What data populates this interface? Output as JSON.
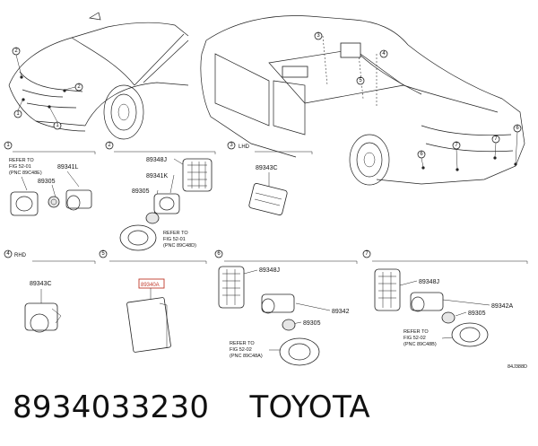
{
  "caption": {
    "part_number": "8934033230",
    "brand": "TOYOTA"
  },
  "diagram_code": "84J388D",
  "panels": [
    {
      "id": "1",
      "qualifier": "",
      "parts": [
        "89341L",
        "89305"
      ],
      "refer": [
        "REFER TO",
        "FIG 52-01",
        "(PNC 89C48E)"
      ]
    },
    {
      "id": "2",
      "qualifier": "",
      "parts": [
        "89348J",
        "89341K",
        "89305"
      ],
      "refer": [
        "REFER TO",
        "FIG 52-01",
        "(PNC 89C48D)"
      ]
    },
    {
      "id": "3",
      "qualifier": "LHD",
      "parts": [
        "89343C"
      ],
      "refer": []
    },
    {
      "id": "4",
      "qualifier": "RHD",
      "parts": [
        "89343C"
      ],
      "refer": []
    },
    {
      "id": "5",
      "qualifier": "",
      "parts": [
        "89340A"
      ],
      "refer": []
    },
    {
      "id": "6",
      "qualifier": "",
      "parts": [
        "89348J",
        "89342",
        "89305"
      ],
      "refer": [
        "REFER TO",
        "FIG 52-02",
        "(PNC 89C48A)"
      ]
    },
    {
      "id": "7",
      "qualifier": "",
      "parts": [
        "89348J",
        "89342A",
        "89305"
      ],
      "refer": [
        "REFER TO",
        "FIG 52-02",
        "(PNC 89C48B)"
      ]
    }
  ]
}
